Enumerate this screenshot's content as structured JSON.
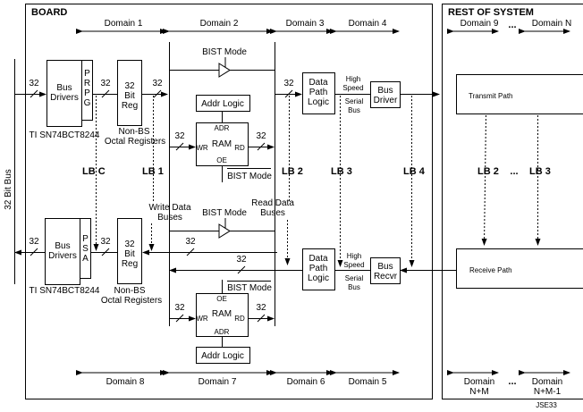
{
  "board_title": "BOARD",
  "rest_title": "REST OF SYSTEM",
  "bus_label": "32 Bit Bus",
  "width_label": "32",
  "top_domains": [
    "Domain 1",
    "Domain 2",
    "Domain 3",
    "Domain 4"
  ],
  "bottom_domains": [
    "Domain 8",
    "Domain 7",
    "Domain 6",
    "Domain 5"
  ],
  "rest_top_domains": [
    "Domain 9",
    "Domain N"
  ],
  "rest_bottom_domains": [
    [
      "Domain",
      "N+M"
    ],
    [
      "Domain",
      "N+M-1"
    ]
  ],
  "ellipsis": "...",
  "bus_drivers": [
    "Bus",
    "Drivers"
  ],
  "prpg": [
    "P",
    "R",
    "P",
    "G"
  ],
  "psa": [
    "P",
    "S",
    "A"
  ],
  "bit_reg": [
    "32",
    "Bit",
    "Reg"
  ],
  "ti_part": "TI SN74BCT8244",
  "non_bs": [
    "Non-BS",
    "Octal Registers"
  ],
  "bist_mode": "BIST Mode",
  "addr_logic": "Addr Logic",
  "ram": {
    "adr": "ADR",
    "ram": "RAM",
    "wr": "WR",
    "rd": "RD",
    "oe": "OE"
  },
  "data_path_logic": [
    "Data",
    "Path",
    "Logic"
  ],
  "high_speed": [
    "High",
    "Speed"
  ],
  "serial_bus": [
    "Serial",
    "Bus"
  ],
  "bus_driver": [
    "Bus",
    "Driver"
  ],
  "bus_recvr": [
    "Bus",
    "Recvr"
  ],
  "write_data": [
    "Write Data",
    "Buses"
  ],
  "read_data": [
    "Read Data",
    "Buses"
  ],
  "transmit_path": "Transmit Path",
  "receive_path": "Receive Path",
  "loopbacks": [
    "LB C",
    "LB 1",
    "LB 2",
    "LB 3",
    "LB 4",
    "LB 2",
    "LB 3"
  ],
  "figure_id": "JSE33"
}
